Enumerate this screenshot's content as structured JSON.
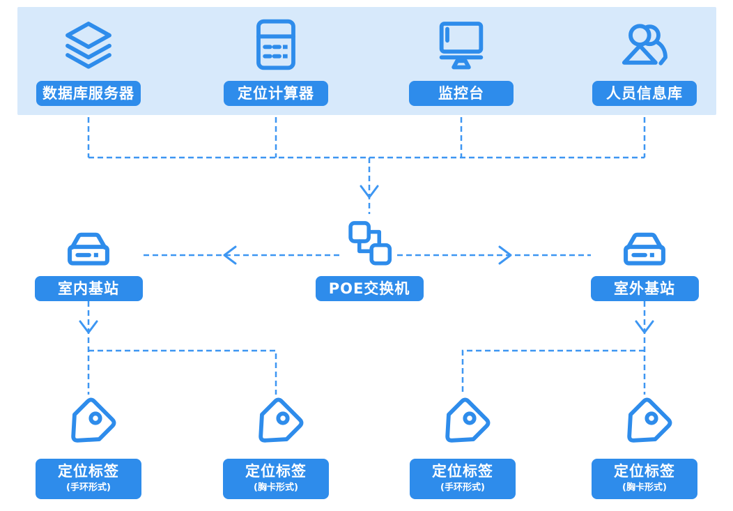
{
  "diagram_title": "",
  "colors": {
    "accent": "#2e8ceb",
    "connector": "#3d96f2",
    "banner_bg": "#d7e9fb",
    "label_text": "#ffffff"
  },
  "top_nodes": [
    {
      "label": "数据库服务器",
      "icon": "database-icon"
    },
    {
      "label": "定位计算器",
      "icon": "calculator-icon"
    },
    {
      "label": "监控台",
      "icon": "monitor-icon"
    },
    {
      "label": "人员信息库",
      "icon": "people-icon"
    }
  ],
  "middle_nodes": {
    "indoor_station": {
      "label": "室内基站",
      "icon": "base-station-icon"
    },
    "poe_switch": {
      "label": "POE交换机",
      "icon": "switch-icon"
    },
    "outdoor_station": {
      "label": "室外基站",
      "icon": "base-station-icon"
    }
  },
  "tag_nodes": [
    {
      "label": "定位标签",
      "sublabel": "(手环形式)",
      "icon": "tag-icon"
    },
    {
      "label": "定位标签",
      "sublabel": "(胸卡形式)",
      "icon": "tag-icon"
    },
    {
      "label": "定位标签",
      "sublabel": "(手环形式)",
      "icon": "tag-icon"
    },
    {
      "label": "定位标签",
      "sublabel": "(胸卡形式)",
      "icon": "tag-icon"
    }
  ]
}
